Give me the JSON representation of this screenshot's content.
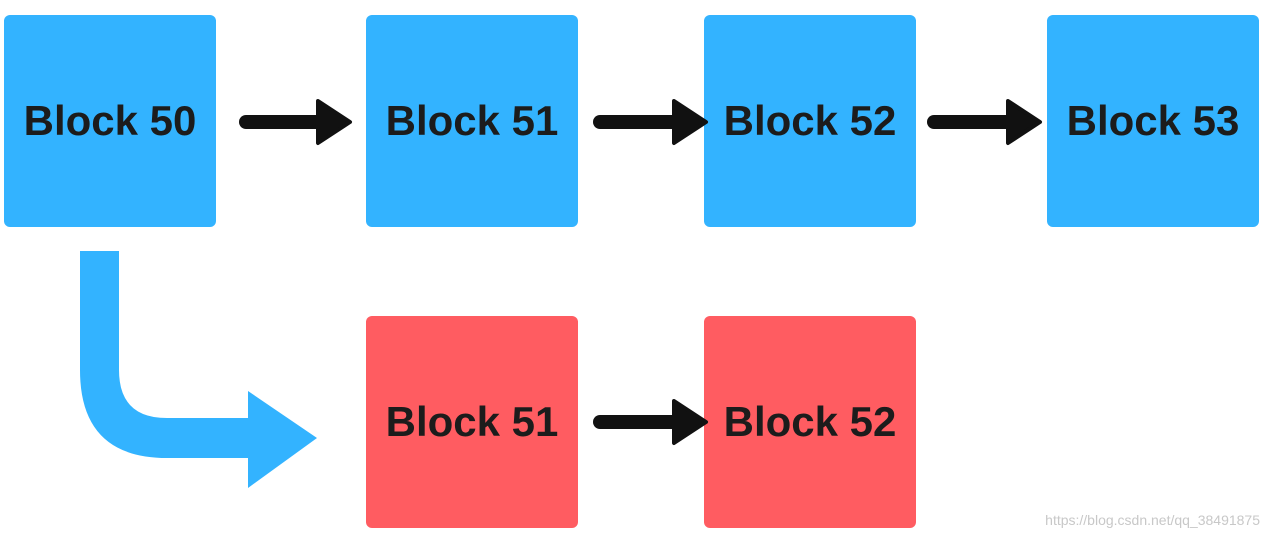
{
  "diagram": {
    "main_chain": [
      {
        "label": "Block 50"
      },
      {
        "label": "Block 51"
      },
      {
        "label": "Block 52"
      },
      {
        "label": "Block 53"
      }
    ],
    "fork_chain": [
      {
        "label": "Block 51"
      },
      {
        "label": "Block 52"
      }
    ],
    "colors": {
      "main_block": "#33b3ff",
      "fork_block": "#ff5c61",
      "arrow": "#111111",
      "fork_arrow": "#33b3ff"
    }
  },
  "watermark": "https://blog.csdn.net/qq_38491875"
}
